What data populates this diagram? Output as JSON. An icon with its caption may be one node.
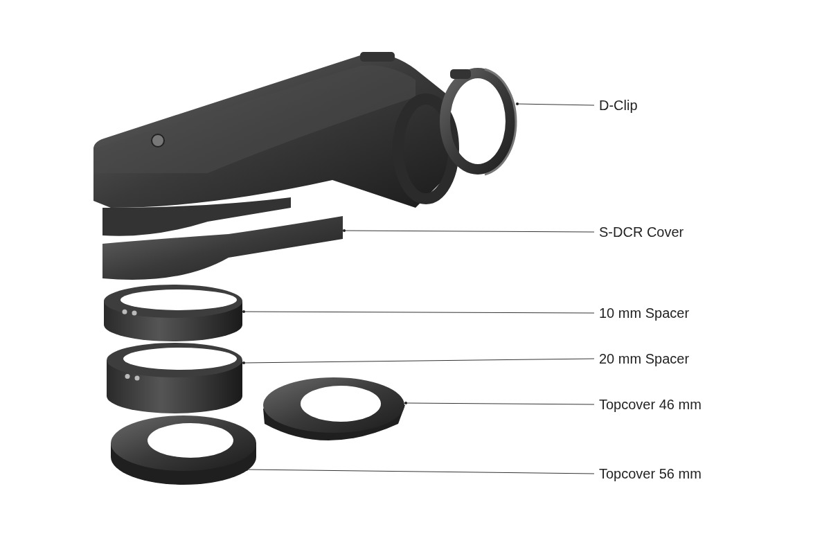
{
  "diagram": {
    "nodes": [
      {
        "text": [
          "D-Clip"
        ]
      },
      {
        "text": [
          "S-DCR Cover"
        ]
      },
      {
        "text": [
          "10 mm Spacer"
        ]
      },
      {
        "text": [
          "20 mm Spacer"
        ]
      },
      {
        "text": [
          "Topcover 46 mm"
        ]
      },
      {
        "text": [
          "Topcover 56 mm"
        ]
      },
      {
        "text": [],
        "shape": "picture"
      },
      {
        "text": [],
        "shape": "picture"
      },
      {
        "text": [],
        "shape": "picture"
      },
      {
        "text": [],
        "shape": "picture"
      },
      {
        "text": [],
        "shape": "picture"
      },
      {
        "text": [],
        "shape": "picture"
      }
    ],
    "edges": [
      {
        "from": 0,
        "to": 6,
        "arrow": "other"
      },
      {
        "from": 1,
        "to": 7,
        "arrow": "other"
      },
      {
        "from": 2,
        "to": 8,
        "arrow": "other"
      },
      {
        "from": 3,
        "to": 9,
        "arrow": "other"
      },
      {
        "from": 4,
        "to": 10,
        "arrow": "other"
      },
      {
        "from": 5,
        "to": 11,
        "arrow": "other"
      }
    ]
  }
}
